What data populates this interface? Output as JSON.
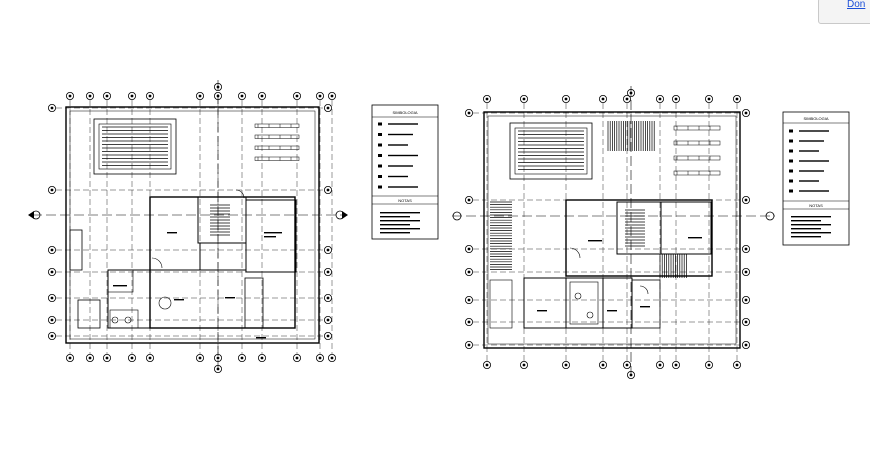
{
  "page": {
    "link_text": "Don"
  },
  "drawing": {
    "line_color": "#000000",
    "paper_color": "#ffffff"
  },
  "left_plan": {
    "legend": {
      "title": "SIMBOLOGIA",
      "notes_title": "NOTAS"
    }
  },
  "right_plan": {
    "legend": {
      "title": "SIMBOLOGIA",
      "notes_title": "NOTAS"
    }
  }
}
